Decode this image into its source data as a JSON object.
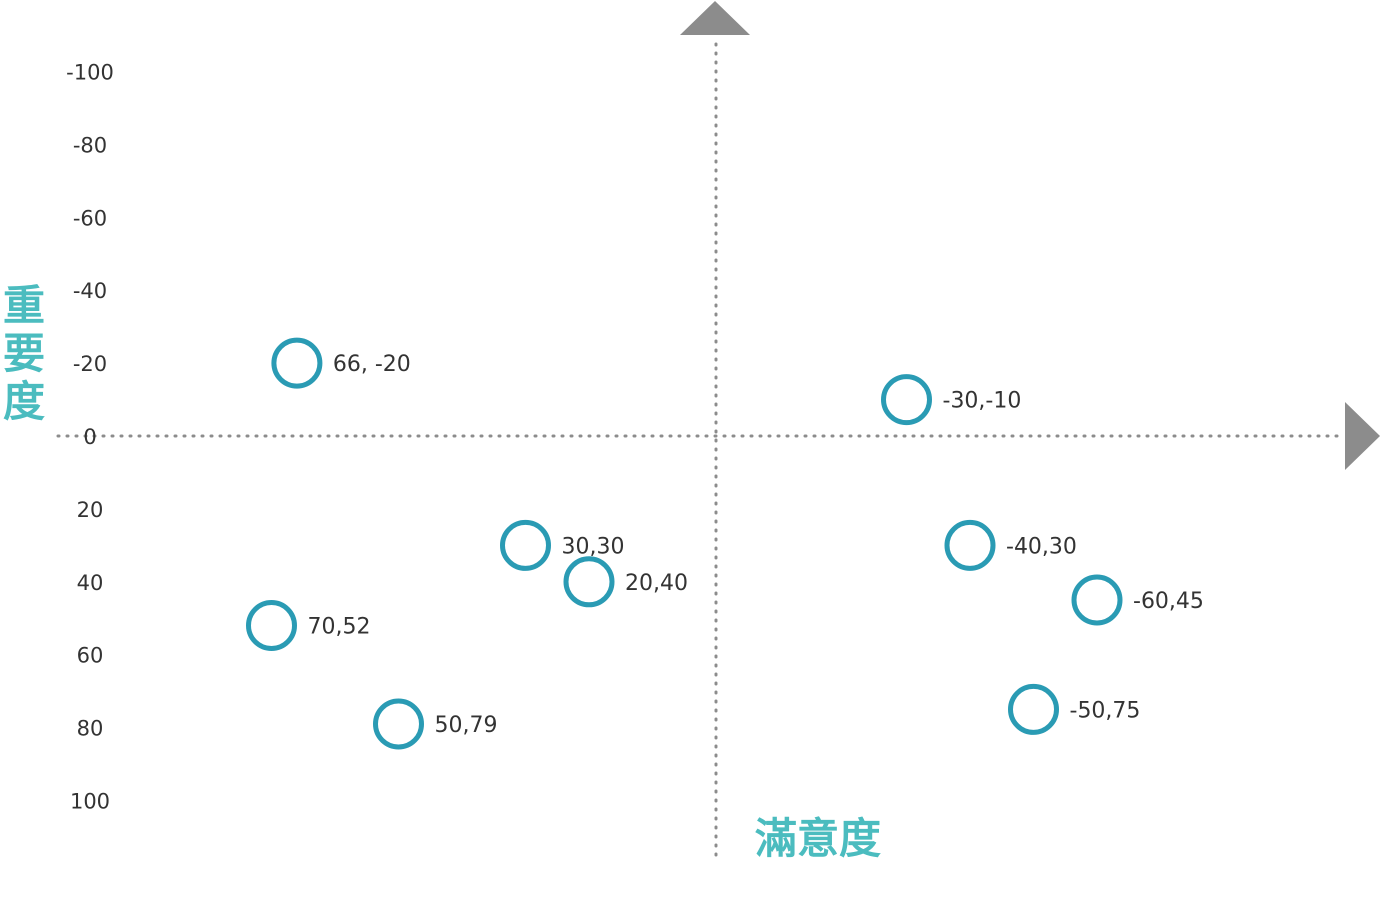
{
  "chart_data": {
    "type": "scatter",
    "xlabel": "滿意度",
    "ylabel": "重要度",
    "xlim": [
      -100,
      100
    ],
    "ylim": [
      -100,
      100
    ],
    "y_inverted": true,
    "x_inverted": true,
    "grid": false,
    "y_ticks": [
      "-100",
      "-80",
      "-60",
      "-40",
      "-20",
      "0",
      "20",
      "40",
      "60",
      "80",
      "100"
    ],
    "points": [
      {
        "x": 66,
        "y": -20,
        "label": "66, -20"
      },
      {
        "x": -30,
        "y": -10,
        "label": "-30,-10"
      },
      {
        "x": 30,
        "y": 30,
        "label": "30,30"
      },
      {
        "x": 20,
        "y": 40,
        "label": "20,40"
      },
      {
        "x": 70,
        "y": 52,
        "label": "70,52"
      },
      {
        "x": 50,
        "y": 79,
        "label": "50,79"
      },
      {
        "x": -40,
        "y": 30,
        "label": "-40,30"
      },
      {
        "x": -60,
        "y": 45,
        "label": "-60,45"
      },
      {
        "x": -50,
        "y": 75,
        "label": "-50,75"
      }
    ],
    "colors": {
      "marker": "#2a9bb4",
      "axis": "#8c8c8c",
      "title": "#4bbcbf"
    }
  }
}
